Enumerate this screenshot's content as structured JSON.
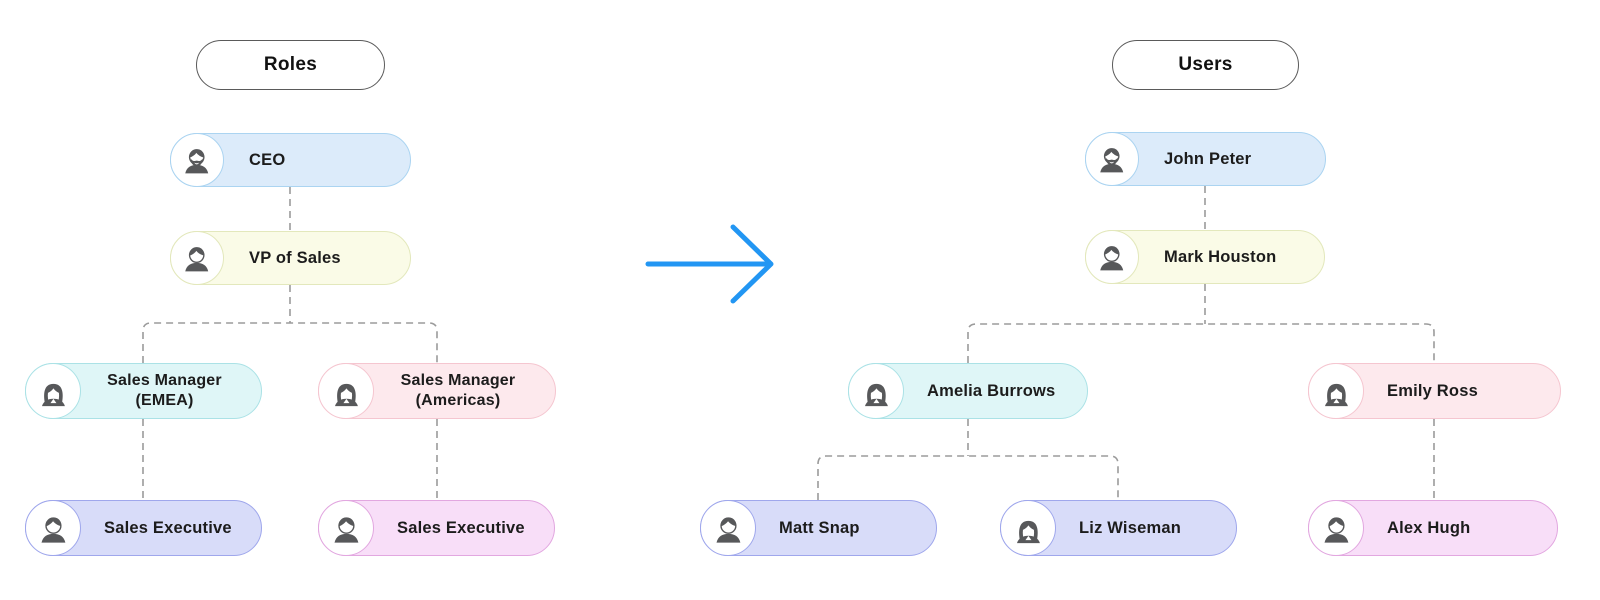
{
  "diagram": {
    "description_colors": {
      "connector": "#9B9B9B",
      "arrow": "#2296F3",
      "icon_gray": "#57585A",
      "node_blue_fill": "#DCEBFA",
      "node_blue_border": "#ABD4F1",
      "node_yellow_fill": "#FAFBE7",
      "node_yellow_border": "#E3E8BC",
      "node_cyan_fill": "#DFF6F7",
      "node_cyan_border": "#ABE2E6",
      "node_pink_fill": "#FDE9ED",
      "node_pink_border": "#F5C6D0",
      "node_lavender_fill": "#D8DCF9",
      "node_lavender_border": "#9FA7EC",
      "node_orchid_fill": "#F8DEF8",
      "node_orchid_border": "#E2A7E0"
    }
  },
  "roles_chart": {
    "title": "Roles",
    "nodes": {
      "ceo": {
        "label": "CEO",
        "color": "blue",
        "icon": "man-beard"
      },
      "vp": {
        "label": "VP of Sales",
        "color": "yellow",
        "icon": "man"
      },
      "sm_emea": {
        "label": "Sales Manager",
        "label2": "(EMEA)",
        "color": "cyan",
        "icon": "woman"
      },
      "sm_americas": {
        "label": "Sales Manager",
        "label2": "(Americas)",
        "color": "pink",
        "icon": "woman"
      },
      "se_left": {
        "label": "Sales Executive",
        "color": "lavender",
        "icon": "man"
      },
      "se_right": {
        "label": "Sales Executive",
        "color": "orchid",
        "icon": "man"
      }
    },
    "hierarchy": [
      {
        "parent": "CEO",
        "child": "VP of Sales"
      },
      {
        "parent": "VP of Sales",
        "child": "Sales Manager (EMEA)"
      },
      {
        "parent": "VP of Sales",
        "child": "Sales Manager (Americas)"
      },
      {
        "parent": "Sales Manager (EMEA)",
        "child": "Sales Executive"
      },
      {
        "parent": "Sales Manager (Americas)",
        "child": "Sales Executive"
      }
    ]
  },
  "users_chart": {
    "title": "Users",
    "nodes": {
      "john": {
        "label": "John Peter",
        "color": "blue",
        "icon": "man-beard"
      },
      "mark": {
        "label": "Mark Houston",
        "color": "yellow",
        "icon": "man"
      },
      "amelia": {
        "label": "Amelia Burrows",
        "color": "cyan",
        "icon": "woman"
      },
      "emily": {
        "label": "Emily Ross",
        "color": "pink",
        "icon": "woman"
      },
      "matt": {
        "label": "Matt Snap",
        "color": "lavender",
        "icon": "man"
      },
      "liz": {
        "label": "Liz Wiseman",
        "color": "lavender",
        "icon": "woman"
      },
      "alex": {
        "label": "Alex Hugh",
        "color": "orchid",
        "icon": "man"
      }
    },
    "hierarchy": [
      {
        "parent": "John Peter",
        "child": "Mark Houston"
      },
      {
        "parent": "Mark Houston",
        "child": "Amelia Burrows"
      },
      {
        "parent": "Mark Houston",
        "child": "Emily Ross"
      },
      {
        "parent": "Amelia Burrows",
        "child": "Matt Snap"
      },
      {
        "parent": "Amelia Burrows",
        "child": "Liz Wiseman"
      },
      {
        "parent": "Emily Ross",
        "child": "Alex Hugh"
      }
    ]
  }
}
